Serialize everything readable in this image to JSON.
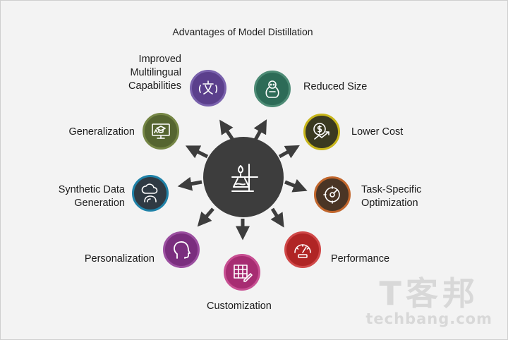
{
  "title": "Advantages of Model Distillation",
  "advantages": [
    {
      "id": "multilingual",
      "lines": [
        "Improved",
        "Multilingual",
        "Capabilities"
      ],
      "color": "#5b3f8c",
      "icon": "translate-icon"
    },
    {
      "id": "reduced-size",
      "lines": [
        "Reduced Size"
      ],
      "color": "#2d6b57",
      "icon": "nesting-doll-icon"
    },
    {
      "id": "generalization",
      "lines": [
        "Generalization"
      ],
      "color": "#556530",
      "icon": "monitor-graduation-icon"
    },
    {
      "id": "lower-cost",
      "lines": [
        "Lower Cost"
      ],
      "color": "#c8b61a",
      "icon": "dollar-trend-icon"
    },
    {
      "id": "synthetic-data",
      "lines": [
        "Synthetic Data",
        "Generation"
      ],
      "color": "#1f82a8",
      "icon": "cloud-network-icon"
    },
    {
      "id": "task-specific",
      "lines": [
        "Task-Specific",
        "Optimization"
      ],
      "color": "#c1662c",
      "icon": "target-gauge-icon"
    },
    {
      "id": "personalization",
      "lines": [
        "Personalization"
      ],
      "color": "#7a2e7e",
      "icon": "head-profile-icon"
    },
    {
      "id": "performance",
      "lines": [
        "Performance"
      ],
      "color": "#b02525",
      "icon": "speedometer-icon"
    },
    {
      "id": "customization",
      "lines": [
        "Customization"
      ],
      "color": "#a72c72",
      "icon": "table-pencil-icon"
    }
  ],
  "hub_icon": "distillation-flask-icon",
  "watermark": {
    "cn": "T客邦",
    "en": "techbang.com"
  }
}
